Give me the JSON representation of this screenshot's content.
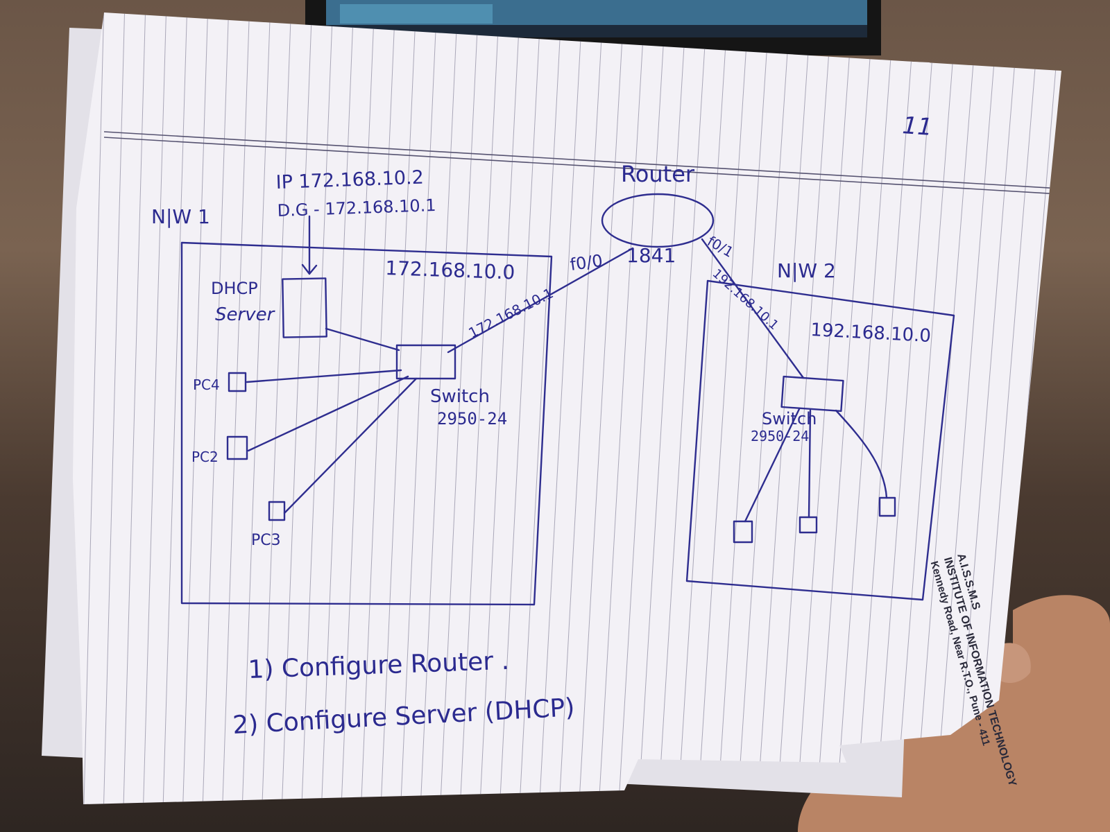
{
  "page": {
    "page_number": "11"
  },
  "network1": {
    "label": "N|W 1",
    "network_address": "172.168.10.0",
    "dhcp_server": {
      "label_line1": "DHCP",
      "label_line2": "Server",
      "ip_line": "IP  172.168.10.2",
      "gateway_line": "D.G  - 172.168.10.1"
    },
    "switch": {
      "label_line1": "Switch",
      "label_line2": "2950-24"
    },
    "pcs": [
      "PC4",
      "PC2",
      "PC3"
    ],
    "uplink_ip": "172.168.10.1"
  },
  "router": {
    "label": "Router",
    "model": "1841",
    "port_left": "f0/0",
    "port_right": "f0/1"
  },
  "network2": {
    "label": "N|W 2",
    "network_address": "192.168.10.0",
    "uplink_ip": "192.168.10.1",
    "switch": {
      "label_line1": "Switch",
      "label_line2": "2950-24"
    }
  },
  "tasks": [
    "1) Configure Router .",
    "2) Configure  Server (DHCP)"
  ],
  "footer_print": {
    "line1": "A.I.S.S.M.S",
    "line2": "INSTITUTE OF INFORMATION TECHNOLOGY",
    "line3": "Kennedy Road, Near R.T.O., Pune - 411"
  },
  "colors": {
    "ink": "#2e2d8f",
    "paper": "#f3f1f6",
    "rule_lines": "#6e6b86"
  }
}
